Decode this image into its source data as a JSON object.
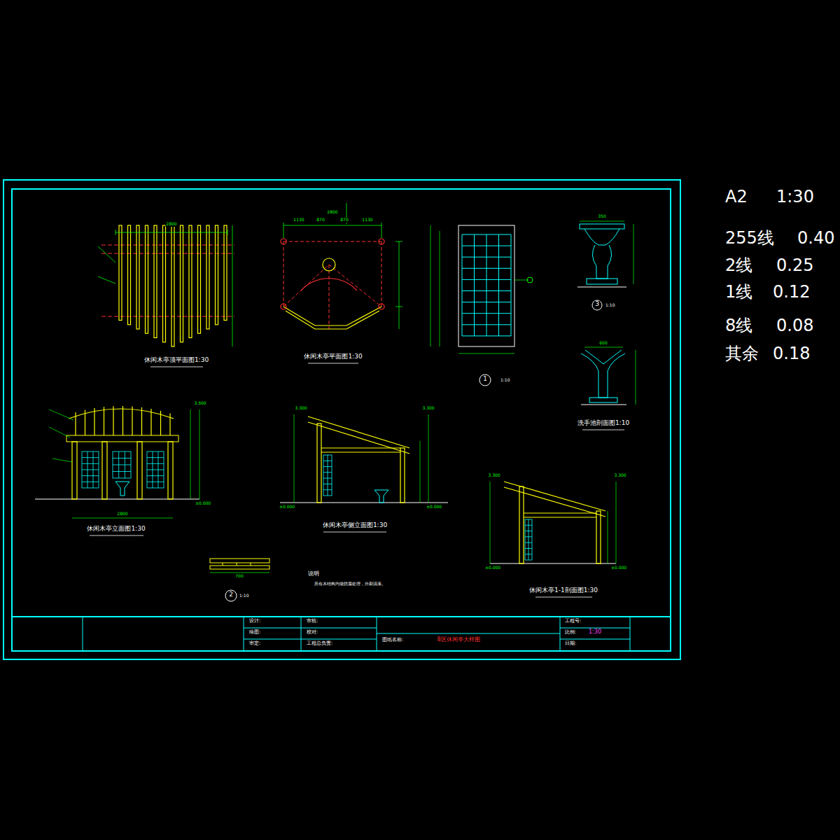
{
  "diagram": {
    "labels": [
      "A2",
      "1:30",
      "255线",
      "0.40",
      "2线",
      "0.25",
      "1线",
      "0.12",
      "8线",
      "0.08",
      "其余",
      "0.18",
      "休闲木亭顶平面图1:30",
      "休闲木亭平面图1:30",
      "1",
      "1:10",
      "3",
      "1:10",
      "洗手池剖面图1:10",
      "休闲木亭立面图1:30",
      "休闲木亭侧立面图1:30",
      "2",
      "1:10",
      "说明",
      "所有木结构均做防腐处理，外刷清漆。",
      "休闲木亭1-1剖面图1:30",
      "设计:",
      "审核:",
      "绘图:",
      "校对:",
      "审定:",
      "工程总负责:",
      "图纸名称:",
      "8区休闲亭大样图",
      "工程号:",
      "比例:",
      "1:30",
      "日期:",
      "2800",
      "1130",
      "870",
      "870",
      "1130",
      "2800",
      "3.300",
      "3.300",
      "±0.000",
      "±0.000",
      "3.300",
      "3.300",
      "±0.000",
      "±0.000",
      "3.500",
      "±0.000",
      "2800",
      "700",
      "350",
      "600"
    ]
  }
}
